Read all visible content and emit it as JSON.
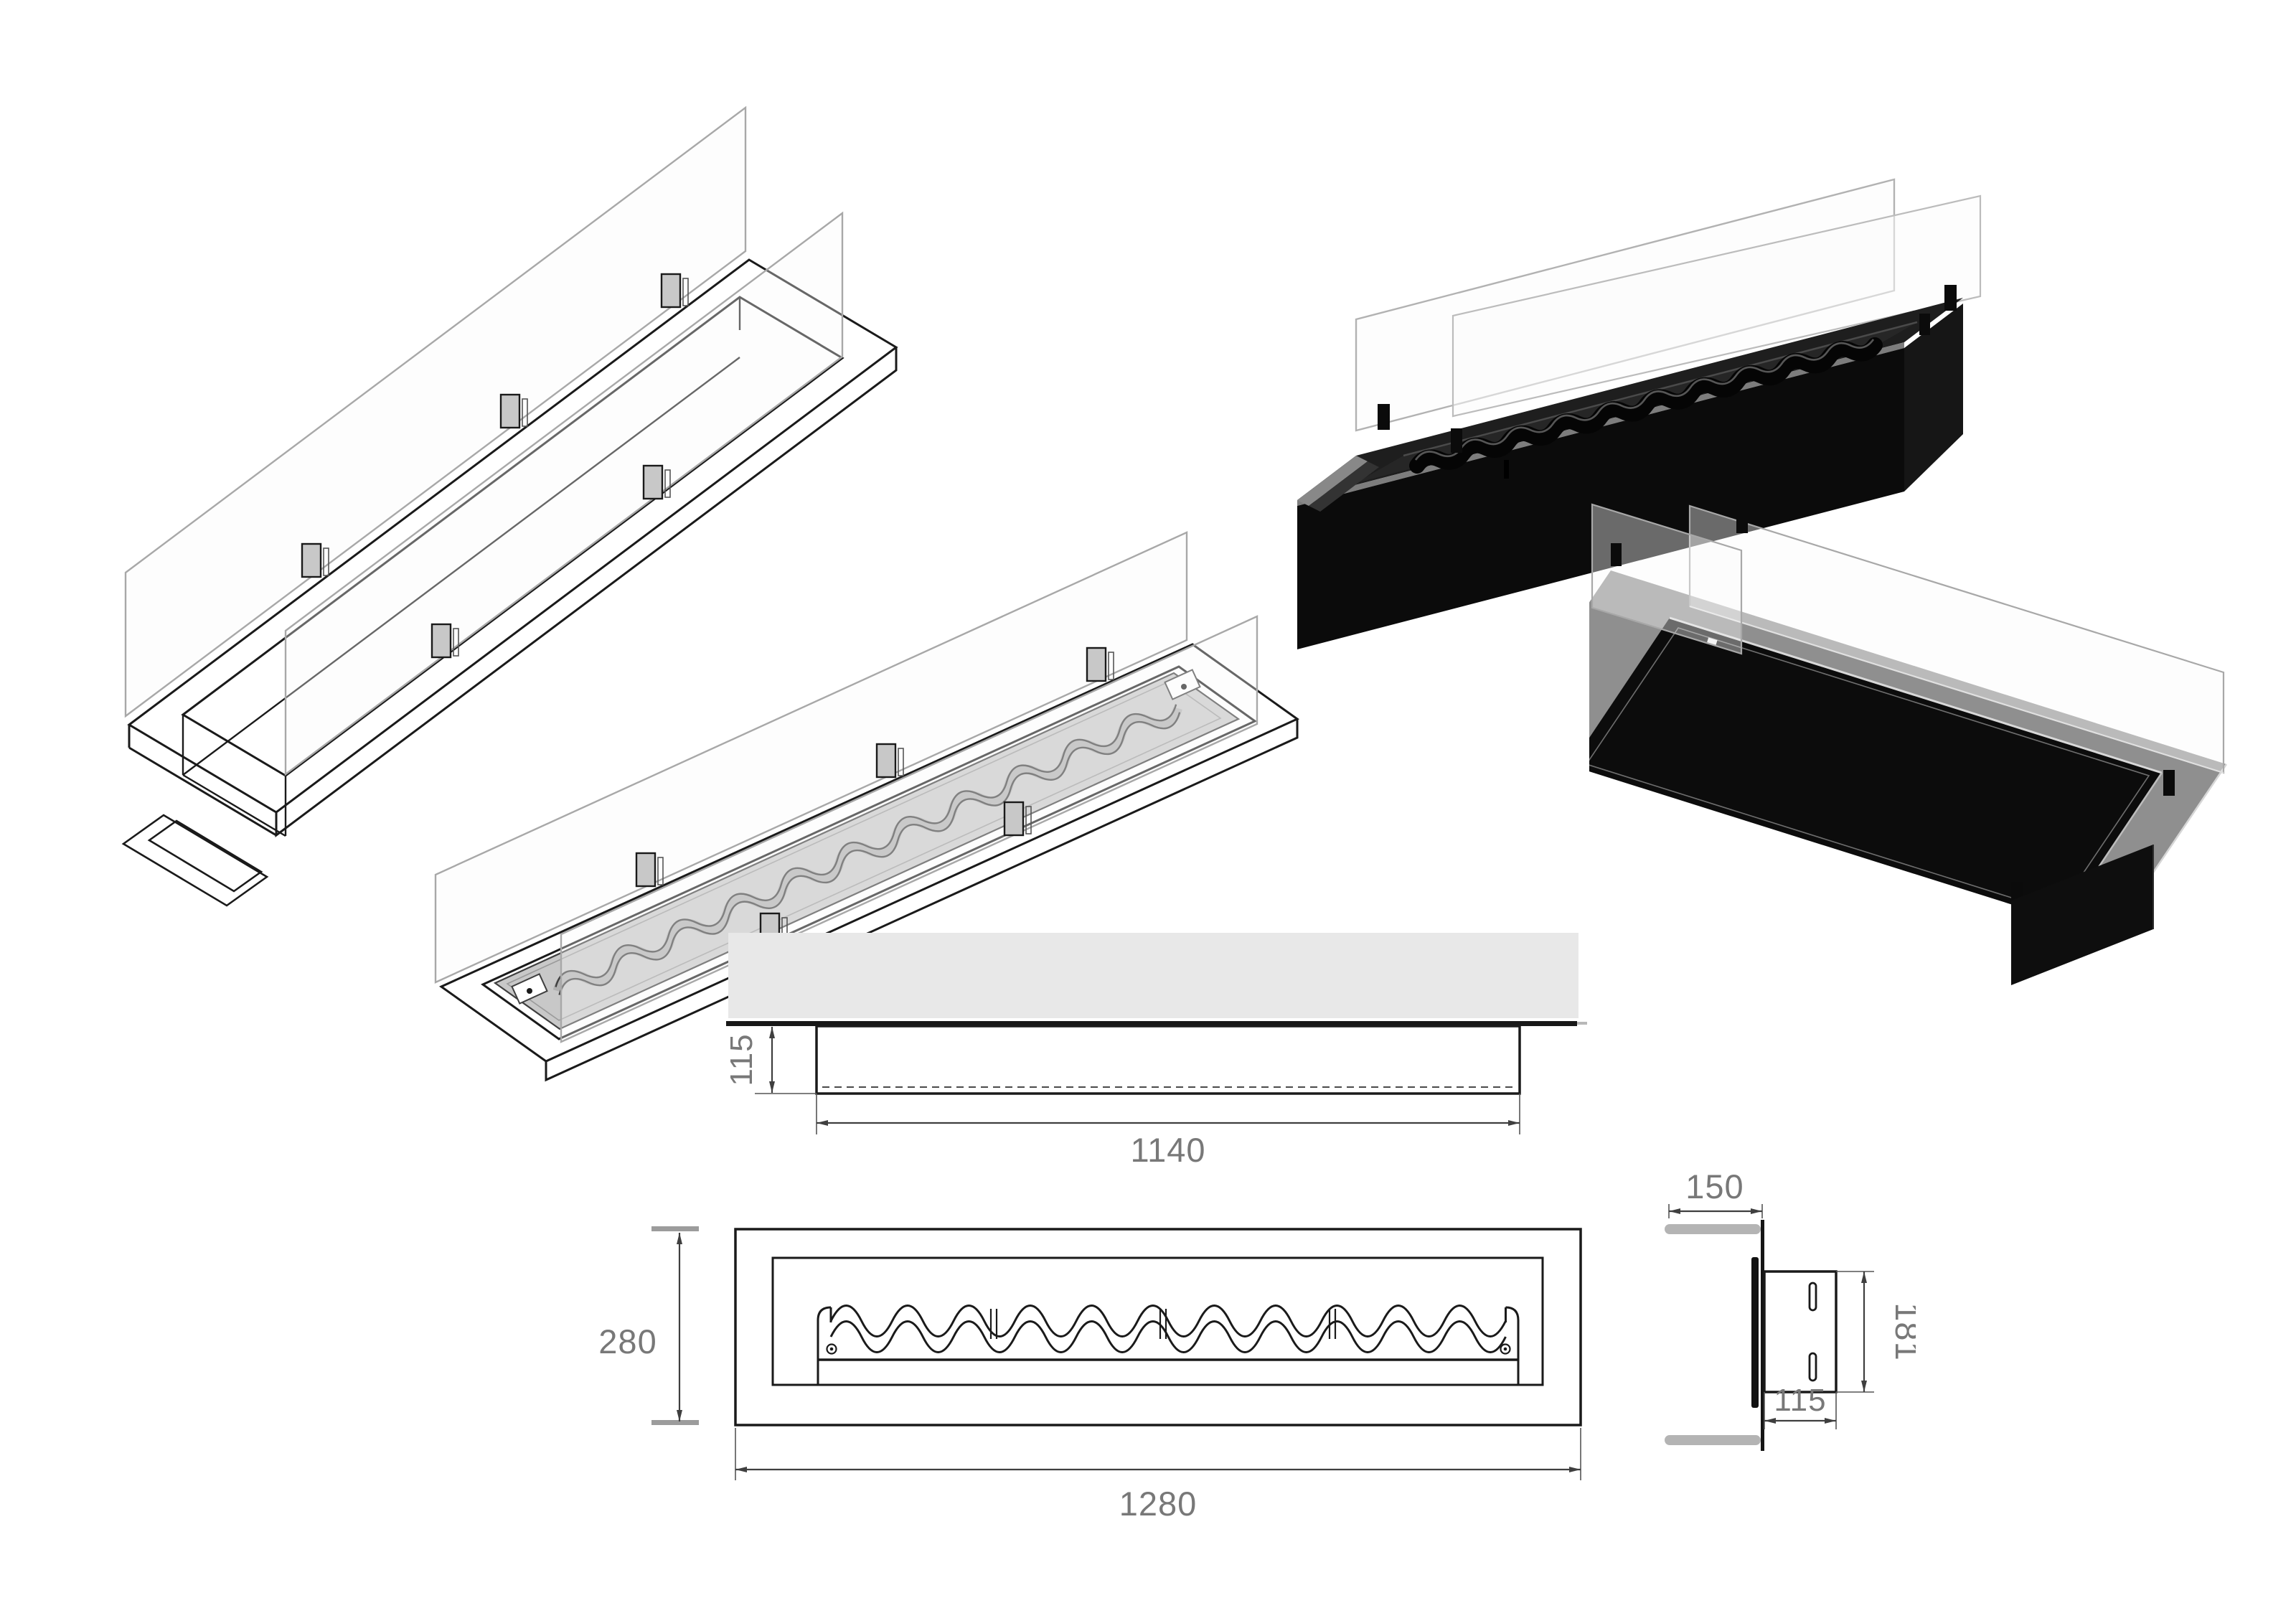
{
  "document": {
    "type": "technical-drawing-sheet",
    "product": "linear bio-ethanol fireplace insert with wavy burner and glass screens"
  },
  "dimensions": {
    "section": {
      "depth": "115",
      "width": "1140"
    },
    "front": {
      "height": "280",
      "width": "1280"
    },
    "side": {
      "flange_width": "150",
      "height": "181",
      "depth": "115"
    }
  },
  "figures": [
    {
      "name": "isometric-wireframe-empty-insert"
    },
    {
      "name": "isometric-wireframe-wavy-burner-insert"
    },
    {
      "name": "render-black-insert-wavy-top"
    },
    {
      "name": "render-black-open-tray"
    },
    {
      "name": "section-view-in-wall"
    },
    {
      "name": "front-view"
    },
    {
      "name": "side-view"
    }
  ],
  "colors": {
    "line": "#1a1a1a",
    "dimension_text": "#787878",
    "dimension_line": "#3f3f3f",
    "wall_fill": "#e8e8e8",
    "glass_edge": "#a8a8a8",
    "clip_fill": "#c8c8c8",
    "burner_plate_gray": "#c8c8c8",
    "render_black": "#0d0d0d",
    "render_silver": "#9a9a9a",
    "wall_bar_gray": "#b4b4b4"
  }
}
